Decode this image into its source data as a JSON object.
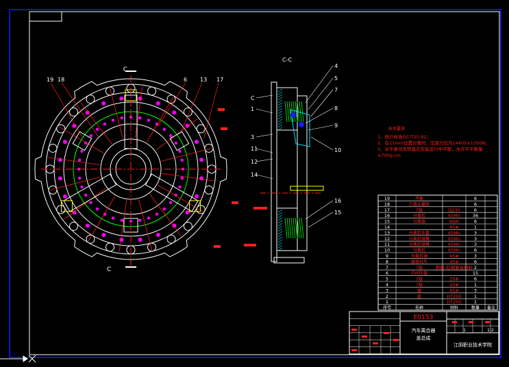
{
  "section_label": "C-C",
  "section_marks": [
    "C",
    "C"
  ],
  "front_callouts_left": [
    "19",
    "18"
  ],
  "front_callouts_top": [
    "6",
    "13",
    "17"
  ],
  "section_callouts_right": [
    "4",
    "5",
    "7",
    "8",
    "9",
    "10",
    "16",
    "15"
  ],
  "section_callouts_left": [
    "C",
    "1",
    "3",
    "11",
    "12",
    "14"
  ],
  "tech_req": {
    "title": "技术要求",
    "lines": [
      "1、执行标准QC/T25-92；",
      "2、在11mm位置分离时，压紧力应为14400±1350N；",
      "3、对平衡块及转盘应安装运行中平衡，允许不平衡量",
      "≤700g.cm"
    ]
  },
  "bom": {
    "rows": [
      {
        "no": "19",
        "name": "平衡",
        "mat": "",
        "qty": "6"
      },
      {
        "no": "18",
        "name": "六角头螺栓",
        "mat": "",
        "qty": "6"
      },
      {
        "no": "17",
        "name": "7级",
        "mat": "Q235",
        "qty": "6"
      },
      {
        "no": "16",
        "name": "分离杠",
        "mat": "65Mn",
        "qty": "36"
      },
      {
        "no": "15",
        "name": "分离器",
        "mat": "86Al",
        "qty": "6"
      },
      {
        "no": "14",
        "name": "",
        "mat": "45#",
        "qty": "1"
      },
      {
        "no": "13",
        "name": "分离杠外套",
        "mat": "65Mn",
        "qty": "3"
      },
      {
        "no": "12",
        "name": "分离杠弹簧",
        "mat": "65Mn",
        "qty": "3"
      },
      {
        "no": "11",
        "name": "分离杠弹簧",
        "mat": "65Mn",
        "qty": "3"
      },
      {
        "no": "10",
        "name": "分离杠",
        "mat": "65Mn",
        "qty": "6"
      },
      {
        "no": "9",
        "name": "分离杠轴",
        "mat": "45#",
        "qty": "3"
      },
      {
        "no": "8",
        "name": "摩擦衬片",
        "mat": "45#",
        "qty": "6"
      },
      {
        "no": "7",
        "name": "7级",
        "mat": "酚醛-石棉复合材料",
        "qty": "2"
      },
      {
        "no": "6",
        "name": "中间压盘",
        "mat": "",
        "qty": "15"
      },
      {
        "no": "5",
        "name": "7级",
        "mat": "20#",
        "qty": "6"
      },
      {
        "no": "4",
        "name": "7级",
        "mat": "20#",
        "qty": "1"
      },
      {
        "no": "3",
        "name": "盖",
        "mat": "45#",
        "qty": "3"
      },
      {
        "no": "2",
        "name": "盖",
        "mat": "HT200",
        "qty": "1"
      },
      {
        "no": "1",
        "name": "",
        "mat": "HT200",
        "qty": "1"
      }
    ],
    "header": {
      "no": "序号",
      "name": "名称",
      "mat": "材料",
      "qty": "数量",
      "note": "备注"
    }
  },
  "title_block": {
    "drawing_no": "E0153",
    "title_line1": "汽车离合器",
    "title_line2": "盖总成",
    "school": "江阴职业技术学院",
    "sheet_left": "1",
    "sheet_right": "1:2"
  },
  "colors": {
    "background": "#000000",
    "outer_frame": "#1a1aff",
    "white": "#ffffff",
    "red": "#ff2020",
    "magenta": "#ff00ff",
    "cyan": "#00e5ff",
    "yellow": "#ffff00",
    "green": "#00ff00"
  }
}
